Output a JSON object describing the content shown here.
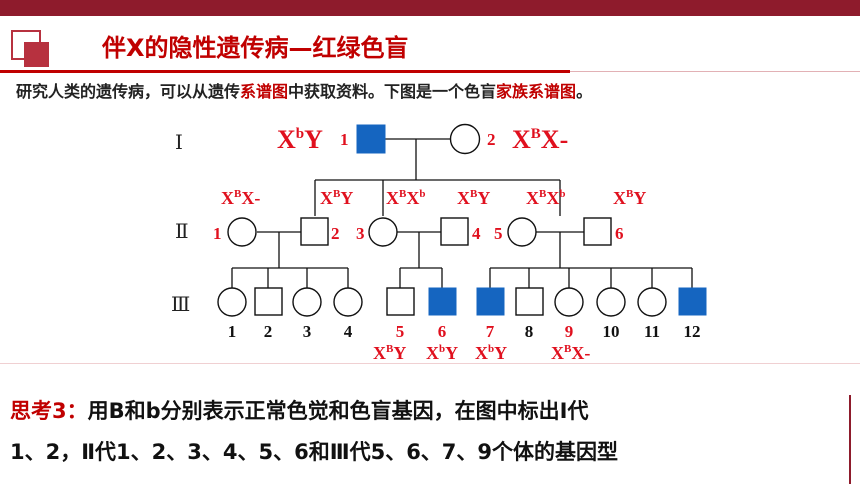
{
  "header": {
    "title": "伴X的隐性遗传病—红绿色盲",
    "intro_parts": [
      {
        "text": "研究人类的遗传病，可以从遗传",
        "hl": false
      },
      {
        "text": "系谱图",
        "hl": true
      },
      {
        "text": "中获取资料。下图是一个色盲",
        "hl": false
      },
      {
        "text": "家族系谱图",
        "hl": true
      },
      {
        "text": "。",
        "hl": false
      }
    ]
  },
  "generations": [
    "Ⅰ",
    "Ⅱ",
    "Ⅲ"
  ],
  "genotypes": {
    "I1": {
      "pre": "X",
      "sup": "b",
      "post": "Y"
    },
    "I2": {
      "pre": "X",
      "sup": "B",
      "post": "X-"
    },
    "II1": {
      "pre": "X",
      "sup": "B",
      "post": "X-"
    },
    "II2": {
      "pre": "X",
      "sup": "B",
      "post": "Y"
    },
    "II3": {
      "pre": "X",
      "sup": "B",
      "post": "X",
      "sup2": "b"
    },
    "II4": {
      "pre": "X",
      "sup": "B",
      "post": "Y"
    },
    "II5": {
      "pre": "X",
      "sup": "B",
      "post": "X",
      "sup2": "b"
    },
    "II6": {
      "pre": "X",
      "sup": "B",
      "post": "Y"
    },
    "III5": {
      "pre": "X",
      "sup": "B",
      "post": "Y"
    },
    "III6": {
      "pre": "X",
      "sup": "b",
      "post": "Y"
    },
    "III7": {
      "pre": "X",
      "sup": "b",
      "post": "Y"
    },
    "III9": {
      "pre": "X",
      "sup": "B",
      "post": "X-"
    }
  },
  "individuals": {
    "I": [
      {
        "num": "1",
        "sex": "male",
        "affected": true
      },
      {
        "num": "2",
        "sex": "female",
        "affected": false
      }
    ],
    "II": [
      {
        "num": "1",
        "sex": "female",
        "affected": false
      },
      {
        "num": "2",
        "sex": "male",
        "affected": false
      },
      {
        "num": "3",
        "sex": "female",
        "affected": false
      },
      {
        "num": "4",
        "sex": "male",
        "affected": false
      },
      {
        "num": "5",
        "sex": "female",
        "affected": false
      },
      {
        "num": "6",
        "sex": "male",
        "affected": false
      }
    ],
    "III": [
      {
        "num": "1",
        "sex": "female",
        "affected": false,
        "red": false
      },
      {
        "num": "2",
        "sex": "male",
        "affected": false,
        "red": false
      },
      {
        "num": "3",
        "sex": "female",
        "affected": false,
        "red": false
      },
      {
        "num": "4",
        "sex": "female",
        "affected": false,
        "red": false
      },
      {
        "num": "5",
        "sex": "male",
        "affected": false,
        "red": true
      },
      {
        "num": "6",
        "sex": "male",
        "affected": true,
        "red": true
      },
      {
        "num": "7",
        "sex": "male",
        "affected": true,
        "red": true
      },
      {
        "num": "8",
        "sex": "male",
        "affected": false,
        "red": false
      },
      {
        "num": "9",
        "sex": "female",
        "affected": false,
        "red": true
      },
      {
        "num": "10",
        "sex": "female",
        "affected": false,
        "red": false
      },
      {
        "num": "11",
        "sex": "female",
        "affected": false,
        "red": false
      },
      {
        "num": "12",
        "sex": "male",
        "affected": true,
        "red": false
      }
    ]
  },
  "question": {
    "prefix": "思考3：",
    "line1": "用B和b分别表示正常色觉和色盲基因，在图中标出I代",
    "line2": "1、2，Ⅱ代1、2、3、4、5、6和Ⅲ代5、6、7、9个体的基因型"
  },
  "colors": {
    "affected_fill": "#1565c0",
    "genotype_red": "#e0101e",
    "title_red": "#c00000",
    "bar": "#8e1b2c"
  }
}
